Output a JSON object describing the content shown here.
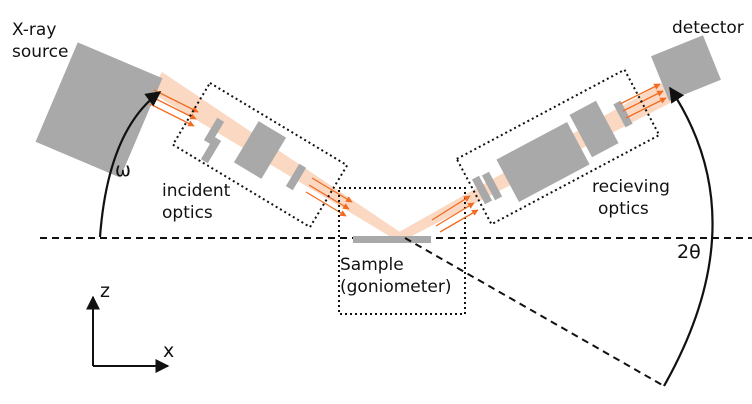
{
  "labels": {
    "xray_source": [
      "X-ray",
      "source"
    ],
    "detector": "detector",
    "incident_optics": [
      "incident",
      "optics"
    ],
    "receiving_optics": [
      "recieving",
      "optics"
    ],
    "sample": [
      "Sample",
      "(goniometer)"
    ],
    "omega": "ω",
    "two_theta": "2θ",
    "axis_z": "z",
    "axis_x": "x"
  },
  "colors": {
    "component_gray": "#a9a9a9",
    "beam_fill": "#fad8c2",
    "ray_orange": "#f26b21",
    "line_dark": "#111111"
  }
}
